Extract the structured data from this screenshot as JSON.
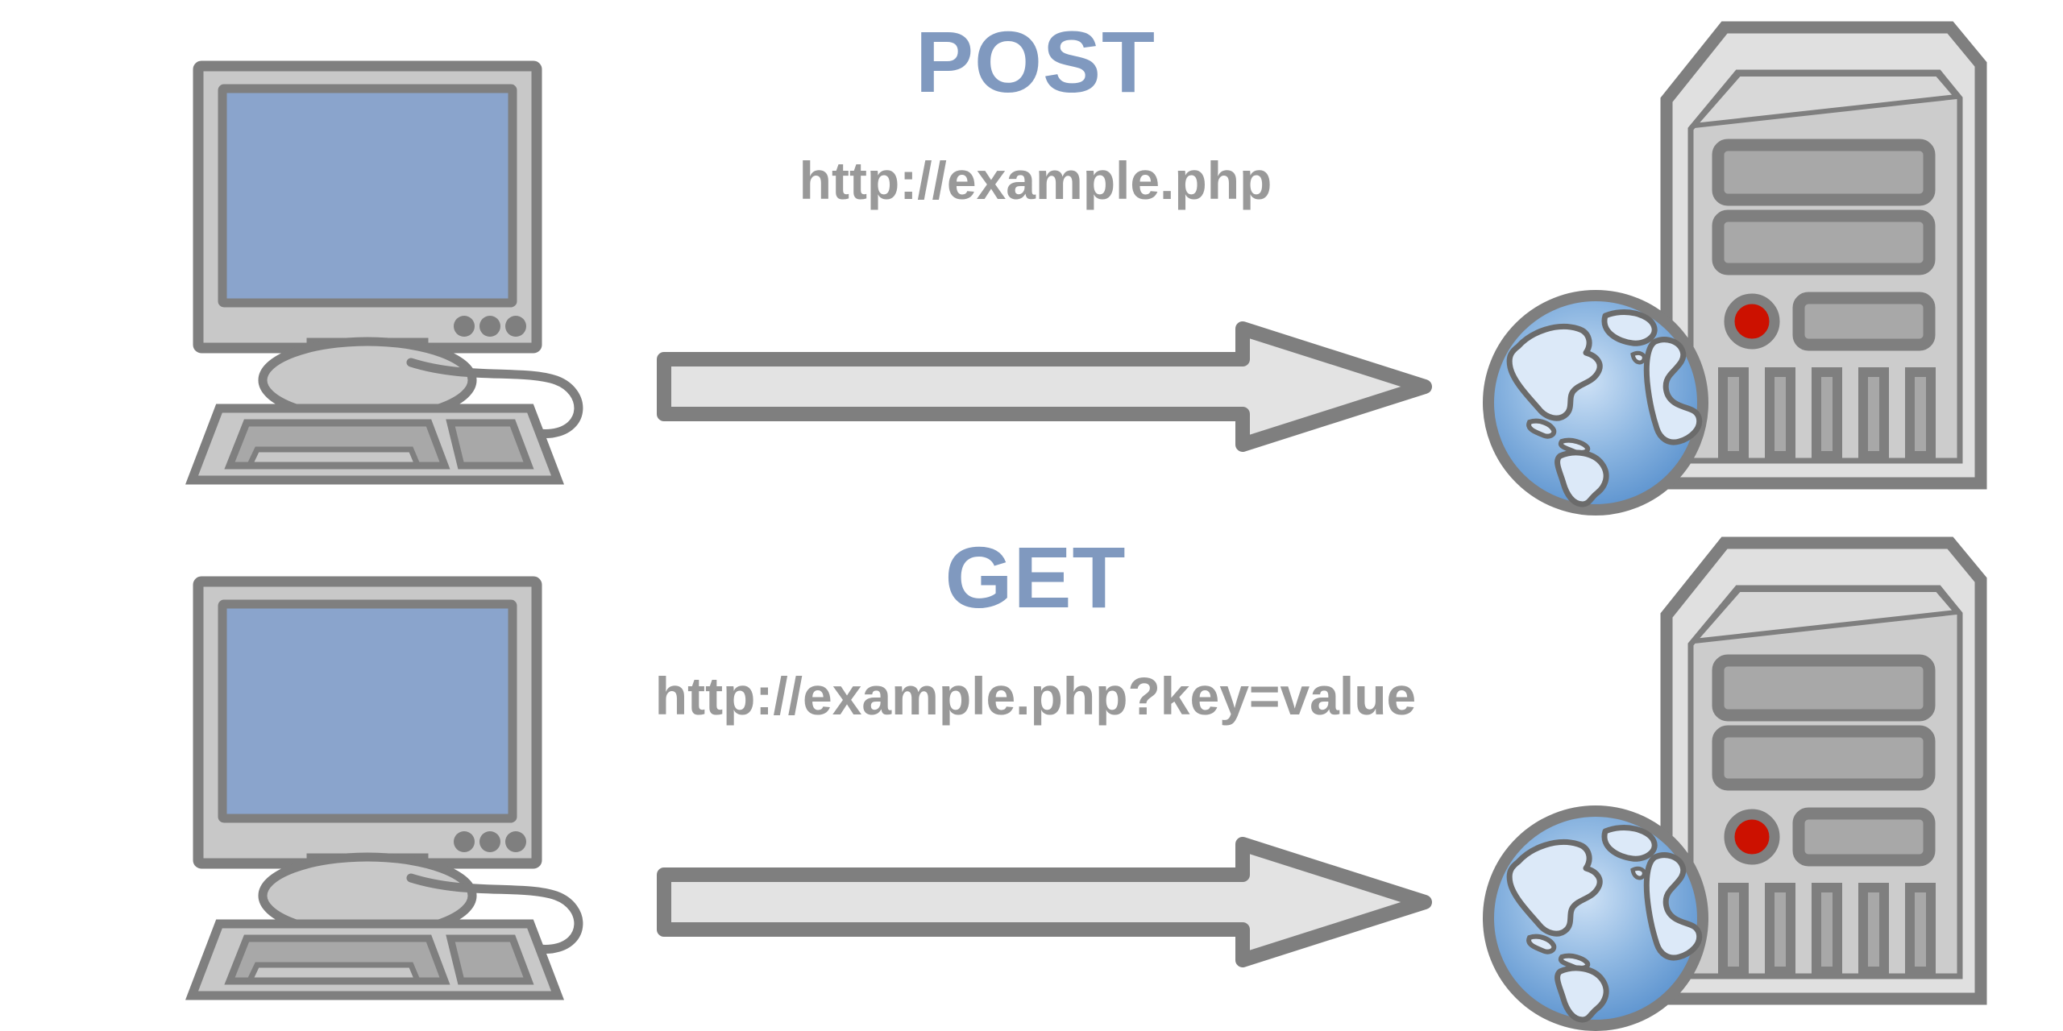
{
  "diagram": {
    "title": "HTTP POST and GET request diagram",
    "background_color": "#ffffff",
    "colors": {
      "method_label": "#8099bf",
      "url_label": "#999999",
      "outline": "#7f7f7f",
      "screen_blue": "#8aa4cc",
      "body_light": "#d0d0d0",
      "body_mid": "#a8a8a8",
      "arrow_fill": "#e3e3e3",
      "led_red": "#cc1100",
      "globe_ocean": "#4a86c8",
      "globe_land": "#dce9f8"
    },
    "flows": [
      {
        "id": "post",
        "method": "POST",
        "url": "http://example.php",
        "client_icon": "desktop-computer-icon",
        "server_icon": "server-tower-icon",
        "globe_icon": "globe-icon",
        "arrow_icon": "right-arrow-icon",
        "direction": "client-to-server"
      },
      {
        "id": "get",
        "method": "GET",
        "url": "http://example.php?key=value",
        "client_icon": "desktop-computer-icon",
        "server_icon": "server-tower-icon",
        "globe_icon": "globe-icon",
        "arrow_icon": "right-arrow-icon",
        "direction": "client-to-server"
      }
    ]
  }
}
